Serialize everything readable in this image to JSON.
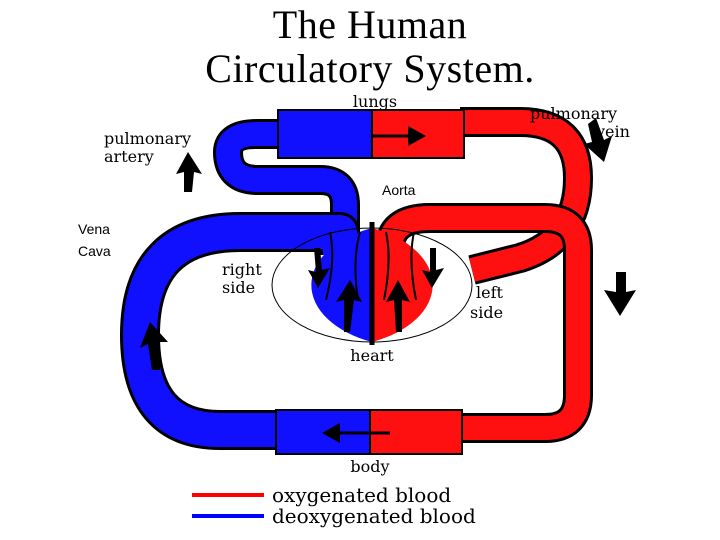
{
  "title": {
    "line1": "The Human",
    "line2": "Circulatory System."
  },
  "labels": {
    "lungs": "lungs",
    "pulmonary_artery_1": "pulmonary",
    "pulmonary_artery_2": "artery",
    "pulmonary_vein_1": "pulmonary",
    "pulmonary_vein_2": "vein",
    "aorta": "Aorta",
    "vena_cava_1": "Vena",
    "vena_cava_2": "Cava",
    "right_side_1": "right",
    "right_side_2": "side",
    "left_side_1": "left",
    "left_side_2": "side",
    "heart": "heart",
    "body": "body"
  },
  "legend": [
    {
      "text": "oxygenated blood",
      "color": "#ff0000"
    },
    {
      "text": "deoxygenated blood",
      "color": "#0000ff"
    }
  ],
  "colors": {
    "oxygenated": "#ff1010",
    "deoxygenated": "#1010ff",
    "outline": "#000000"
  }
}
